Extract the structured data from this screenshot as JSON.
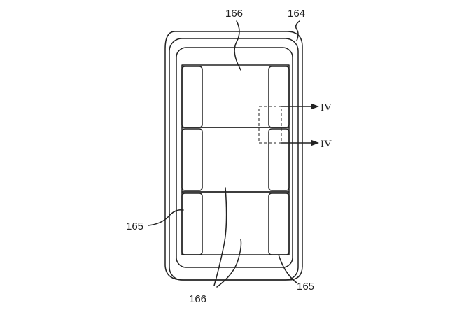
{
  "labels": {
    "device": "164",
    "top_panel": "166",
    "bottom_panels": "166",
    "left_strip": "165",
    "right_strip": "165",
    "section_upper": "IV",
    "section_lower": "IV"
  },
  "colors": {
    "ink": "#222222",
    "background": "#ffffff",
    "stipple_dot": "#333333"
  }
}
